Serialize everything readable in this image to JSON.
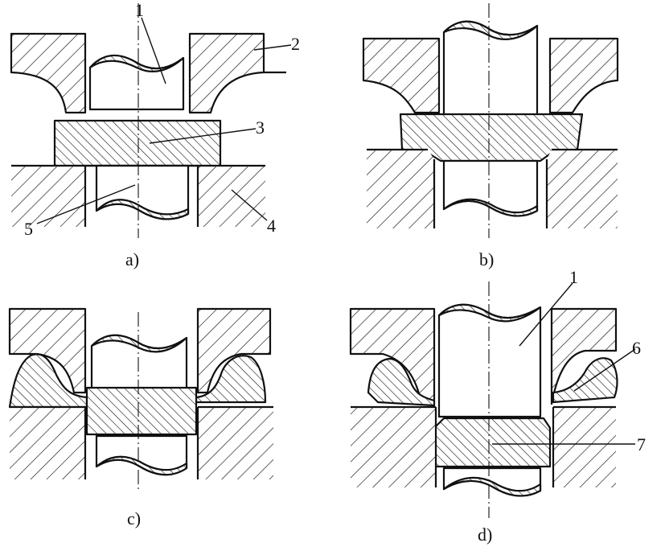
{
  "diagram": {
    "panels": [
      {
        "id": "a",
        "caption": "a)",
        "callouts": [
          "1",
          "2",
          "3",
          "4",
          "5"
        ]
      },
      {
        "id": "b",
        "caption": "b)",
        "callouts": []
      },
      {
        "id": "c",
        "caption": "c)",
        "callouts": []
      },
      {
        "id": "d",
        "caption": "d)",
        "callouts": [
          "1",
          "6",
          "7"
        ]
      }
    ],
    "colors": {
      "ink": "#111111",
      "paper": "#ffffff"
    }
  }
}
